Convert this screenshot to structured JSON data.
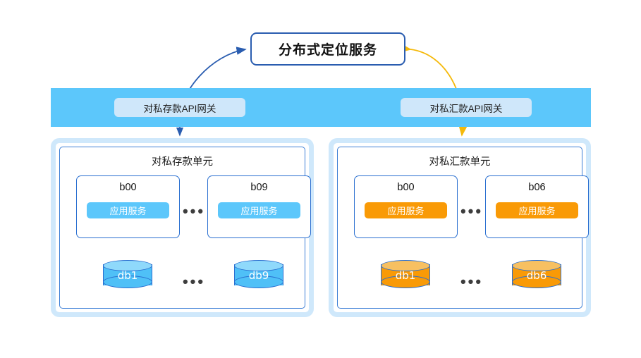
{
  "diagram": {
    "title_box": {
      "label": "分布式定位服务"
    },
    "band": {
      "color": "#5cc7fb"
    },
    "gateways": [
      {
        "name": "gateway-deposit",
        "label": "对私存款API网关",
        "color": "#cfe7fa"
      },
      {
        "name": "gateway-remittance",
        "label": "对私汇款API网关",
        "color": "#cfe7fa"
      }
    ],
    "units": [
      {
        "name": "unit-deposit",
        "title": "对私存款单元",
        "accent": "#5cc7fb",
        "ellipsis": "•••",
        "nodes": [
          {
            "id": "b00",
            "service": "应用服务"
          },
          {
            "id": "b09",
            "service": "应用服务"
          }
        ],
        "databases": [
          {
            "id": "db1"
          },
          {
            "id": "db9"
          }
        ]
      },
      {
        "name": "unit-remittance",
        "title": "对私汇款单元",
        "accent": "#f99a06",
        "ellipsis": "•••",
        "nodes": [
          {
            "id": "b00",
            "service": "应用服务"
          },
          {
            "id": "b06",
            "service": "应用服务"
          }
        ],
        "databases": [
          {
            "id": "db1"
          },
          {
            "id": "db6"
          }
        ]
      }
    ],
    "arrows": [
      {
        "name": "arrow-deposit-to-locator",
        "color": "#2a5db0",
        "from": "gateway-deposit",
        "to": "title-box"
      },
      {
        "name": "arrow-deposit-to-unit",
        "color": "#2a5db0",
        "from": "gateway-deposit",
        "to": "unit-deposit"
      },
      {
        "name": "arrow-locator-to-remittance",
        "color": "#f5b90a",
        "from": "title-box",
        "to": "unit-remittance"
      }
    ]
  }
}
